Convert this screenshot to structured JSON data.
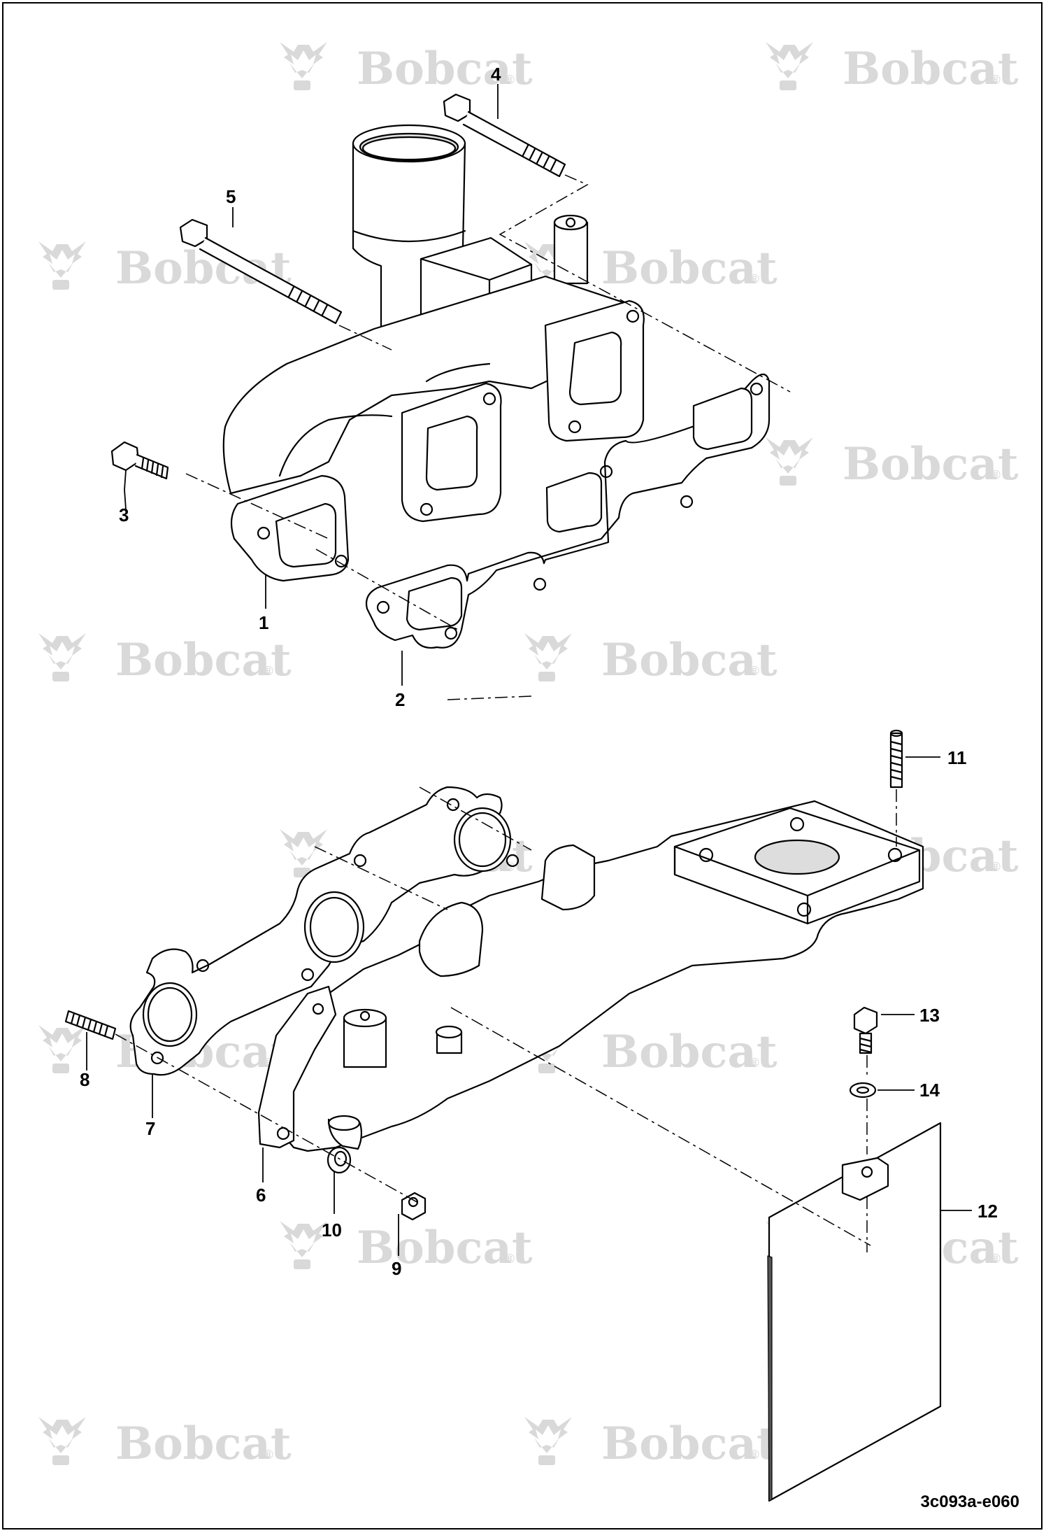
{
  "watermark": {
    "text": "Bobcat",
    "mark": "®",
    "color": "#d9d9d9",
    "icon": "bobcat-head-logo"
  },
  "callouts": {
    "c1": "1",
    "c2": "2",
    "c3": "3",
    "c4": "4",
    "c5": "5",
    "c6": "6",
    "c7": "7",
    "c8": "8",
    "c9": "9",
    "c10": "10",
    "c11": "11",
    "c12": "12",
    "c13": "13",
    "c14": "14"
  },
  "drawing_code": "3c093a-e060",
  "colors": {
    "line": "#000000",
    "fill": "#ffffff",
    "shading": "#cccccc"
  }
}
